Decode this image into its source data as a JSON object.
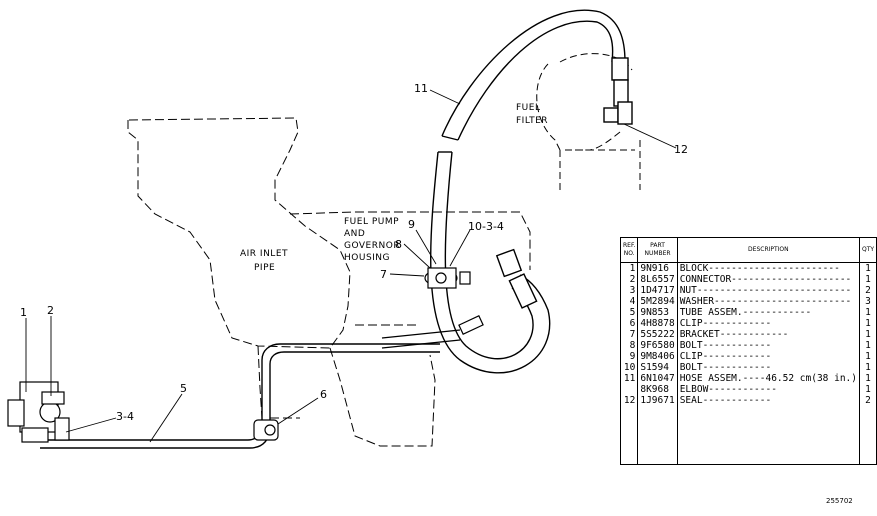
{
  "callouts": {
    "c1": "1",
    "c2": "2",
    "c34a": "3-4",
    "c5": "5",
    "c6": "6",
    "c7": "7",
    "c8": "8",
    "c9": "9",
    "c1034": "10-3-4",
    "c11": "11",
    "c12": "12"
  },
  "captions": {
    "fuel_filter_1": "FUEL",
    "fuel_filter_2": "FILTER",
    "air_inlet_1": "AIR INLET",
    "air_inlet_2": "PIPE",
    "fp_1": "FUEL PUMP",
    "fp_2": "AND",
    "fp_3": "GOVERNOR",
    "fp_4": "HOUSING"
  },
  "table": {
    "headers": {
      "ref": "REF. NO.",
      "part": "PART NUMBER",
      "desc": "DESCRIPTION",
      "qty": "QTY"
    },
    "rows": [
      {
        "ref": "1",
        "part": "9N916",
        "desc": "BLOCK-----------------------",
        "qty": "1"
      },
      {
        "ref": "2",
        "part": "8L6557",
        "desc": "CONNECTOR---------------------",
        "qty": "1"
      },
      {
        "ref": "3",
        "part": "1D4717",
        "desc": "NUT---------------------------",
        "qty": "2"
      },
      {
        "ref": "4",
        "part": "5M2894",
        "desc": "WASHER------------------------",
        "qty": "3"
      },
      {
        "ref": "5",
        "part": "9N853",
        "desc": "TUBE ASSEM.------------",
        "qty": "1"
      },
      {
        "ref": "6",
        "part": "4H8878",
        "desc": "CLIP------------",
        "qty": "1"
      },
      {
        "ref": "7",
        "part": "5S5222",
        "desc": "BRACKET------------",
        "qty": "1"
      },
      {
        "ref": "8",
        "part": "9F6580",
        "desc": "BOLT------------",
        "qty": "1"
      },
      {
        "ref": "9",
        "part": "9M8406",
        "desc": "CLIP------------",
        "qty": "1"
      },
      {
        "ref": "10",
        "part": "S1594",
        "desc": "BOLT------------",
        "qty": "1"
      },
      {
        "ref": "11",
        "part": "6N1047",
        "desc": "HOSE ASSEM.----46.52 cm(38 in.)",
        "qty": "1"
      },
      {
        "ref": "",
        "part": "8K968",
        "desc": "ELBOW------------",
        "qty": "1"
      },
      {
        "ref": "12",
        "part": "1J9671",
        "desc": "SEAL------------",
        "qty": "2"
      }
    ]
  },
  "illustration_id": "255702"
}
